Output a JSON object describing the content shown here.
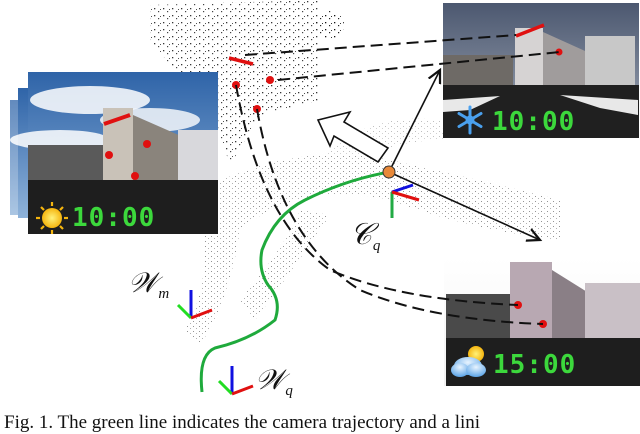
{
  "figure": {
    "images": {
      "sunny": {
        "time": "10:00",
        "weather_icon": "sun-icon"
      },
      "snowy": {
        "time": "10:00",
        "weather_icon": "snowflake-icon"
      },
      "cloudy": {
        "time": "15:00",
        "weather_icon": "partly-cloudy-icon"
      }
    },
    "labels": {
      "camera_query": {
        "main": "𝒞",
        "sub": "q"
      },
      "world_map": {
        "main": "𝒲",
        "sub": "m"
      },
      "world_query": {
        "main": "𝒲",
        "sub": "q"
      }
    },
    "colors": {
      "trajectory": "#1faa3c",
      "camera_dot": "#e8893a",
      "feature_dot": "#e01010",
      "line_feature": "#e01010",
      "axis_x": "#e01010",
      "axis_y": "#22cc22",
      "axis_z": "#1010e0",
      "clock": "#3cd83c"
    }
  },
  "caption": {
    "text": "Fig. 1.  The green line indicates the camera trajectory and a lini"
  }
}
